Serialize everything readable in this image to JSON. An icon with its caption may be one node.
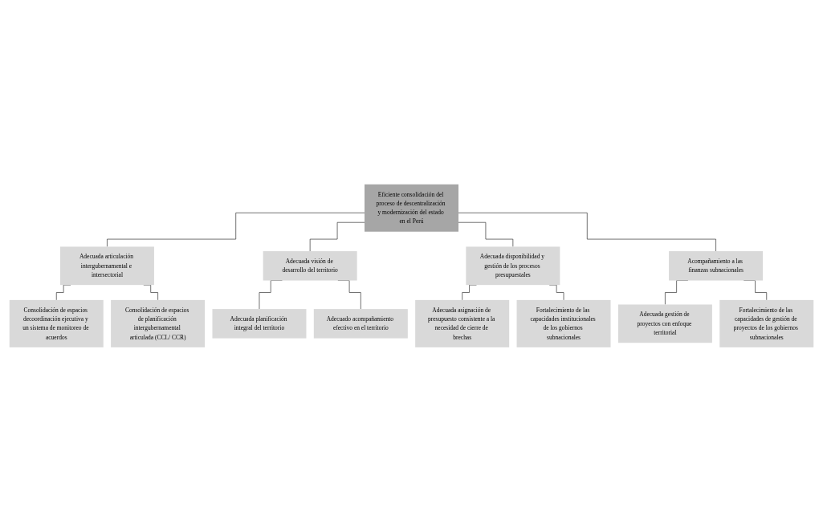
{
  "diagram": {
    "nodes": [
      {
        "text": [
          "Eficiente consolidación del proceso de descentralización y modernización del estado en el Perú"
        ]
      },
      {
        "text": [
          "Adecuada articulación intergubernamental e intersectorial"
        ]
      },
      {
        "text": [
          "Adecuada visión de desarrollo del territorio"
        ]
      },
      {
        "text": [
          "Adecuada disponibilidad y gestión de los procesos presupuestales"
        ]
      },
      {
        "text": [
          "Acompañamiento a las finanzas subnacionales"
        ]
      },
      {
        "text": [
          "Consolidación de espacios decoordinación ejecutiva y un sistema de monitoreo de acuerdos"
        ]
      },
      {
        "text": [
          "Adecuada planificación integral del territorio"
        ]
      },
      {
        "text": [
          "Adecuada asignación de presupuesto consistente a la necesidad de cierre de brechas"
        ]
      },
      {
        "text": [
          "Adecuada gestión de proyectos con enfoque territorial"
        ]
      },
      {
        "text": [
          "Consolidación de espacios de planificación intergubernamental articulada (CCL/ CCR)"
        ]
      },
      {
        "text": [
          "Adecuado acompañamiento efectivo en el territorio"
        ]
      },
      {
        "text": [
          "Fortalecimiento de las capacidades institucionales de los gobiernos subnacionales"
        ]
      },
      {
        "text": [
          "Fortalecimiento de las capacidades de gestión de proyectos de los gobiernos subnacionales"
        ]
      }
    ],
    "edges": [
      {
        "from": 0,
        "to": 1,
        "arrow": "none"
      },
      {
        "from": 0,
        "to": 2,
        "arrow": "none"
      },
      {
        "from": 0,
        "to": 3,
        "arrow": "none"
      },
      {
        "from": 0,
        "to": 4,
        "arrow": "none"
      },
      {
        "from": 1,
        "to": 5,
        "arrow": "none"
      },
      {
        "from": 1,
        "to": 9,
        "arrow": "none"
      },
      {
        "from": 2,
        "to": 6,
        "arrow": "none"
      },
      {
        "from": 2,
        "to": 10,
        "arrow": "none"
      },
      {
        "from": 3,
        "to": 7,
        "arrow": "none"
      },
      {
        "from": 3,
        "to": 11,
        "arrow": "none"
      },
      {
        "from": 4,
        "to": 8,
        "arrow": "none"
      },
      {
        "from": 4,
        "to": 12,
        "arrow": "none"
      }
    ]
  }
}
